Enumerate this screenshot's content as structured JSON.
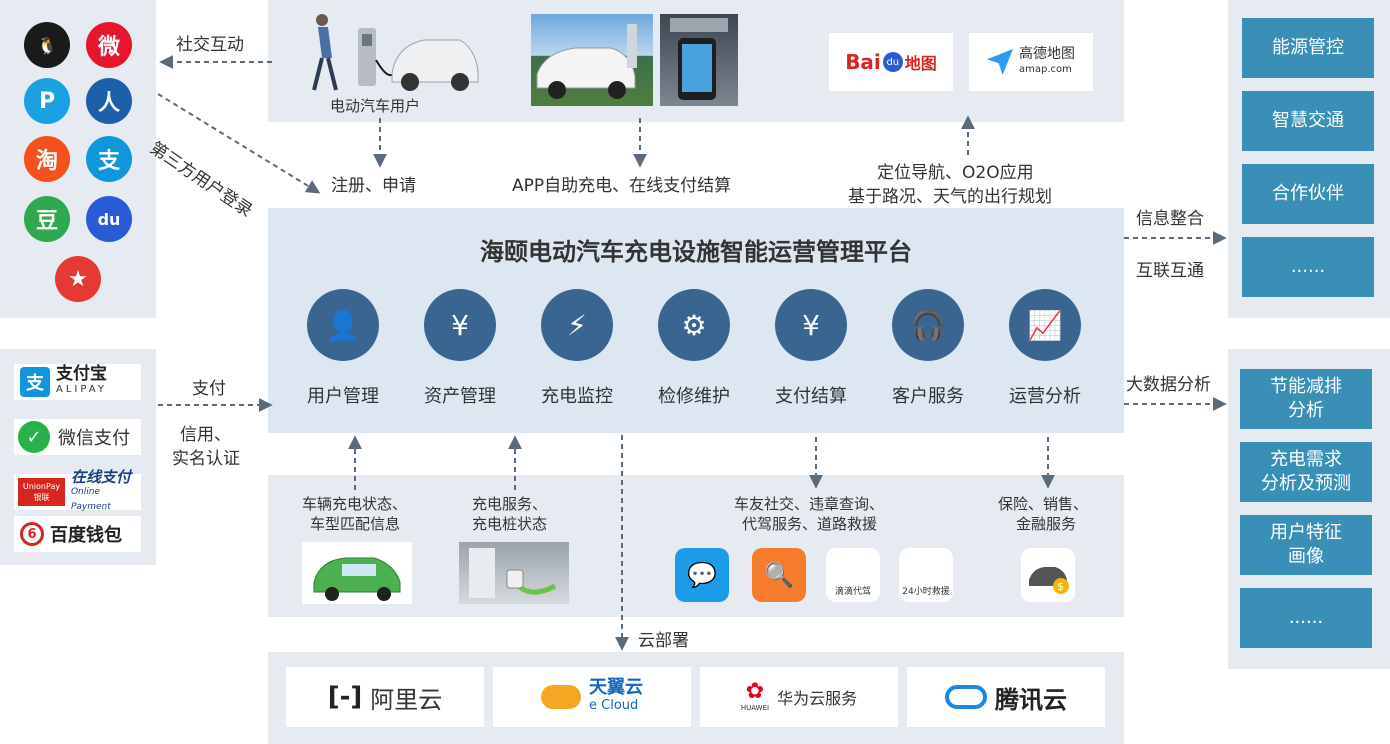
{
  "platform_title": "海颐电动汽车充电设施智能运营管理平台",
  "top": {
    "ev_user_label": "电动汽车用户",
    "register_label": "注册、申请",
    "app_label": "APP自助充电、在线支付结算",
    "nav_line1": "定位导航、O2O应用",
    "nav_line2": "基于路况、天气的出行规划",
    "map_logos": [
      {
        "name": "baidu-map",
        "text": "Bai",
        "text2": "地图"
      },
      {
        "name": "amap",
        "text": "高德地图",
        "sub": "amap.com"
      }
    ]
  },
  "left": {
    "social_label": "社交互动",
    "third_party_login": "第三方用户登录",
    "social_icons": [
      {
        "name": "qq-icon",
        "glyph": "🐧",
        "color": "#1a1a1a"
      },
      {
        "name": "weibo-icon",
        "glyph": "微",
        "color": "#e6162d"
      },
      {
        "name": "pengyou-icon",
        "glyph": "P",
        "color": "#1ba1e2"
      },
      {
        "name": "renren-icon",
        "glyph": "人",
        "color": "#1e5fa9"
      },
      {
        "name": "taobao-icon",
        "glyph": "淘",
        "color": "#f4511e"
      },
      {
        "name": "alipay-social-icon",
        "glyph": "支",
        "color": "#1296db"
      },
      {
        "name": "douban-icon",
        "glyph": "豆",
        "color": "#2fa84f"
      },
      {
        "name": "baidu-icon",
        "glyph": "du",
        "color": "#2a5bd7"
      },
      {
        "name": "star-app-icon",
        "glyph": "★",
        "color": "#e53935"
      }
    ],
    "pay_label": "支付",
    "credit_line1": "信用、",
    "credit_line2": "实名认证",
    "payments": [
      {
        "name": "alipay-logo",
        "main": "支付宝",
        "sub": "ALIPAY"
      },
      {
        "name": "wechat-pay-logo",
        "main": "微信支付"
      },
      {
        "name": "unionpay-logo",
        "main": "在线支付",
        "sub": "Online Payment",
        "badge": "UnionPay 银联"
      },
      {
        "name": "baidu-wallet-logo",
        "main": "百度钱包"
      }
    ]
  },
  "functions": [
    {
      "name": "user-management",
      "label": "用户管理"
    },
    {
      "name": "asset-management",
      "label": "资产管理"
    },
    {
      "name": "charge-monitoring",
      "label": "充电监控"
    },
    {
      "name": "maintenance",
      "label": "检修维护"
    },
    {
      "name": "payment-settlement",
      "label": "支付结算"
    },
    {
      "name": "customer-service",
      "label": "客户服务"
    },
    {
      "name": "operation-analysis",
      "label": "运营分析"
    }
  ],
  "right": {
    "info_label": "信息整合",
    "interconnect_label": "互联互通",
    "bigdata_label": "大数据分析",
    "top_boxes": [
      "能源管控",
      "智慧交通",
      "合作伙伴",
      "......"
    ],
    "bottom_boxes": [
      [
        "节能减排",
        "分析"
      ],
      [
        "充电需求",
        "分析及预测"
      ],
      [
        "用户特征",
        "画像"
      ],
      [
        "......"
      ]
    ]
  },
  "bottom": {
    "vehicle_line1": "车辆充电状态、",
    "vehicle_line2": "车型匹配信息",
    "charger_line1": "充电服务、",
    "charger_line2": "充电桩状态",
    "social_line1": "车友社交、违章查询、",
    "social_line2": "代驾服务、道路救援",
    "finance_line1": "保险、销售、",
    "finance_line2": "金融服务",
    "cloud_deploy": "云部署",
    "app_icons": [
      {
        "name": "chat-app-icon",
        "color": "#1e9be8",
        "text": ""
      },
      {
        "name": "search-car-app-icon",
        "color": "#f57c2c",
        "text": ""
      },
      {
        "name": "didi-driver-app-icon",
        "color": "#ffffff",
        "text": "滴滴代驾"
      },
      {
        "name": "rescue-24h-app-icon",
        "color": "#ffffff",
        "text": "24小时救援"
      }
    ],
    "clouds": [
      {
        "name": "aliyun-logo",
        "text": "阿里云",
        "color": "#333333"
      },
      {
        "name": "tianyi-cloud-logo",
        "text": "天翼云",
        "sub": "e Cloud",
        "color": "#1565c0"
      },
      {
        "name": "huawei-cloud-logo",
        "text": "华为云服务",
        "sub": "HUAWEI",
        "color": "#333333"
      },
      {
        "name": "tencent-cloud-logo",
        "text": "腾讯云",
        "color": "#222222"
      }
    ]
  },
  "colors": {
    "panel": "#e6ebf1",
    "center": "#dce7f1",
    "accent_box": "#3a8fb7",
    "func_circle": "#3a6591",
    "arrow": "#5a6a7a"
  }
}
